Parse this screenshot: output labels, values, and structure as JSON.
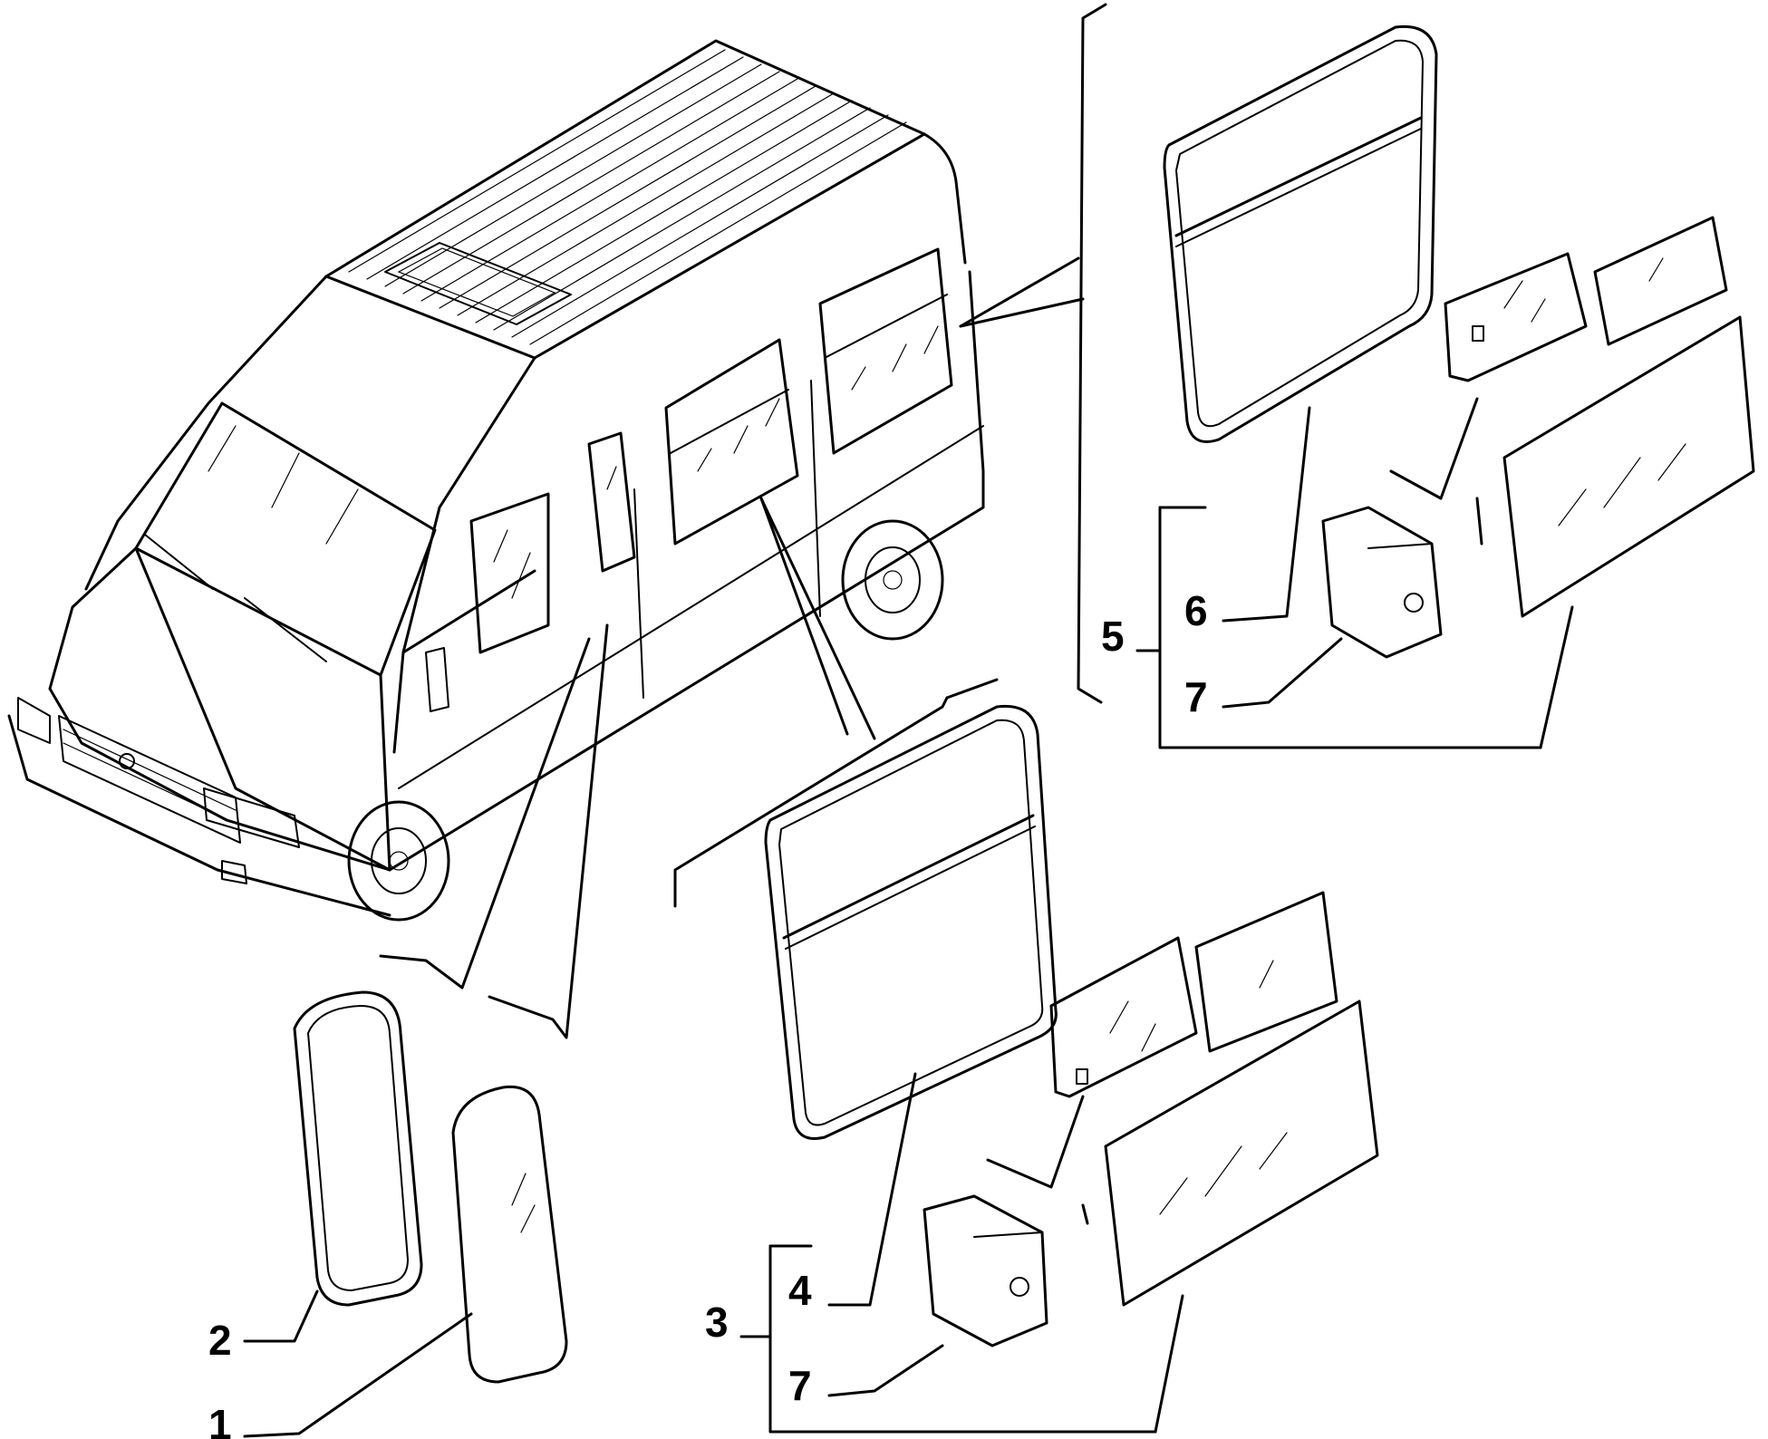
{
  "callouts": {
    "c1": "1",
    "c2": "2",
    "c3": "3",
    "c4": "4",
    "c5": "5",
    "c6": "6",
    "c7a": "7",
    "c7b": "7"
  },
  "colors": {
    "line": "#000000",
    "background": "#ffffff"
  }
}
